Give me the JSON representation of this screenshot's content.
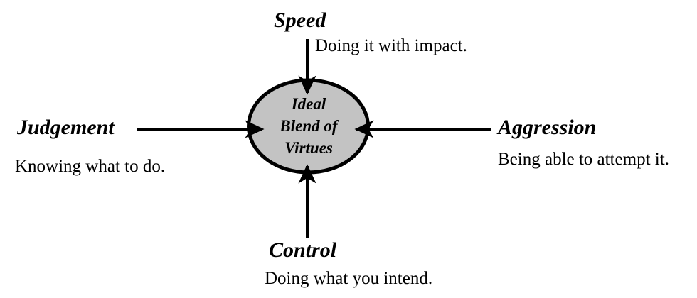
{
  "diagram": {
    "type": "hub-and-spoke",
    "center": {
      "label_lines": [
        "Ideal",
        "Blend of",
        "Virtues"
      ],
      "fill_color": "#c3c3c3",
      "border_color": "#000000"
    },
    "nodes": [
      {
        "id": "speed",
        "title": "Speed",
        "description": "Doing it with impact.",
        "position": "top",
        "arrow_direction": "into-center"
      },
      {
        "id": "judgement",
        "title": "Judgement",
        "description": "Knowing what to do.",
        "position": "left",
        "arrow_direction": "into-center"
      },
      {
        "id": "aggression",
        "title": "Aggression",
        "description": "Being able to attempt it.",
        "position": "right",
        "arrow_direction": "into-center"
      },
      {
        "id": "control",
        "title": "Control",
        "description": "Doing what you intend.",
        "position": "bottom",
        "arrow_direction": "into-center"
      }
    ]
  }
}
